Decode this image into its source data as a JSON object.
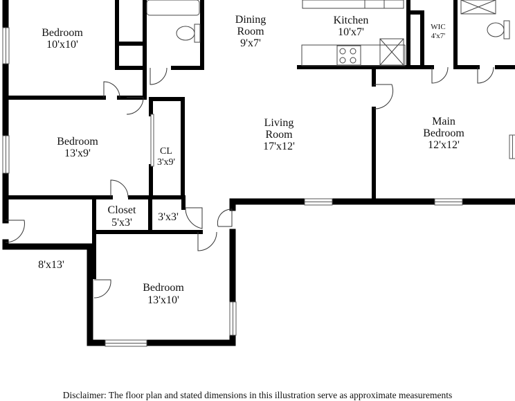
{
  "rooms": {
    "bedroom_nw": {
      "name": "Bedroom",
      "dim": "10'x10'"
    },
    "dining": {
      "name1": "Dining",
      "name2": "Room",
      "dim": "9'x7'"
    },
    "kitchen": {
      "name": "Kitchen",
      "dim": "10'x7'"
    },
    "wic": {
      "name": "WIC",
      "dim": "4'x7'"
    },
    "bedroom_w": {
      "name": "Bedroom",
      "dim": "13'x9'"
    },
    "cl": {
      "name": "CL",
      "dim": "3'x9'"
    },
    "living": {
      "name1": "Living",
      "name2": "Room",
      "dim": "17'x12'"
    },
    "main_bedroom": {
      "name1": "Main",
      "name2": "Bedroom",
      "dim": "12'x12'"
    },
    "closet": {
      "name": "Closet",
      "dim": "5'x3'"
    },
    "small_closet": {
      "dim": "3'x3'"
    },
    "room_sw": {
      "dim": "8'x13'"
    },
    "bedroom_s": {
      "name": "Bedroom",
      "dim": "13'x10'"
    }
  },
  "disclaimer": "Disclaimer: The floor plan and stated dimensions in this illustration serve as approximate measurements"
}
